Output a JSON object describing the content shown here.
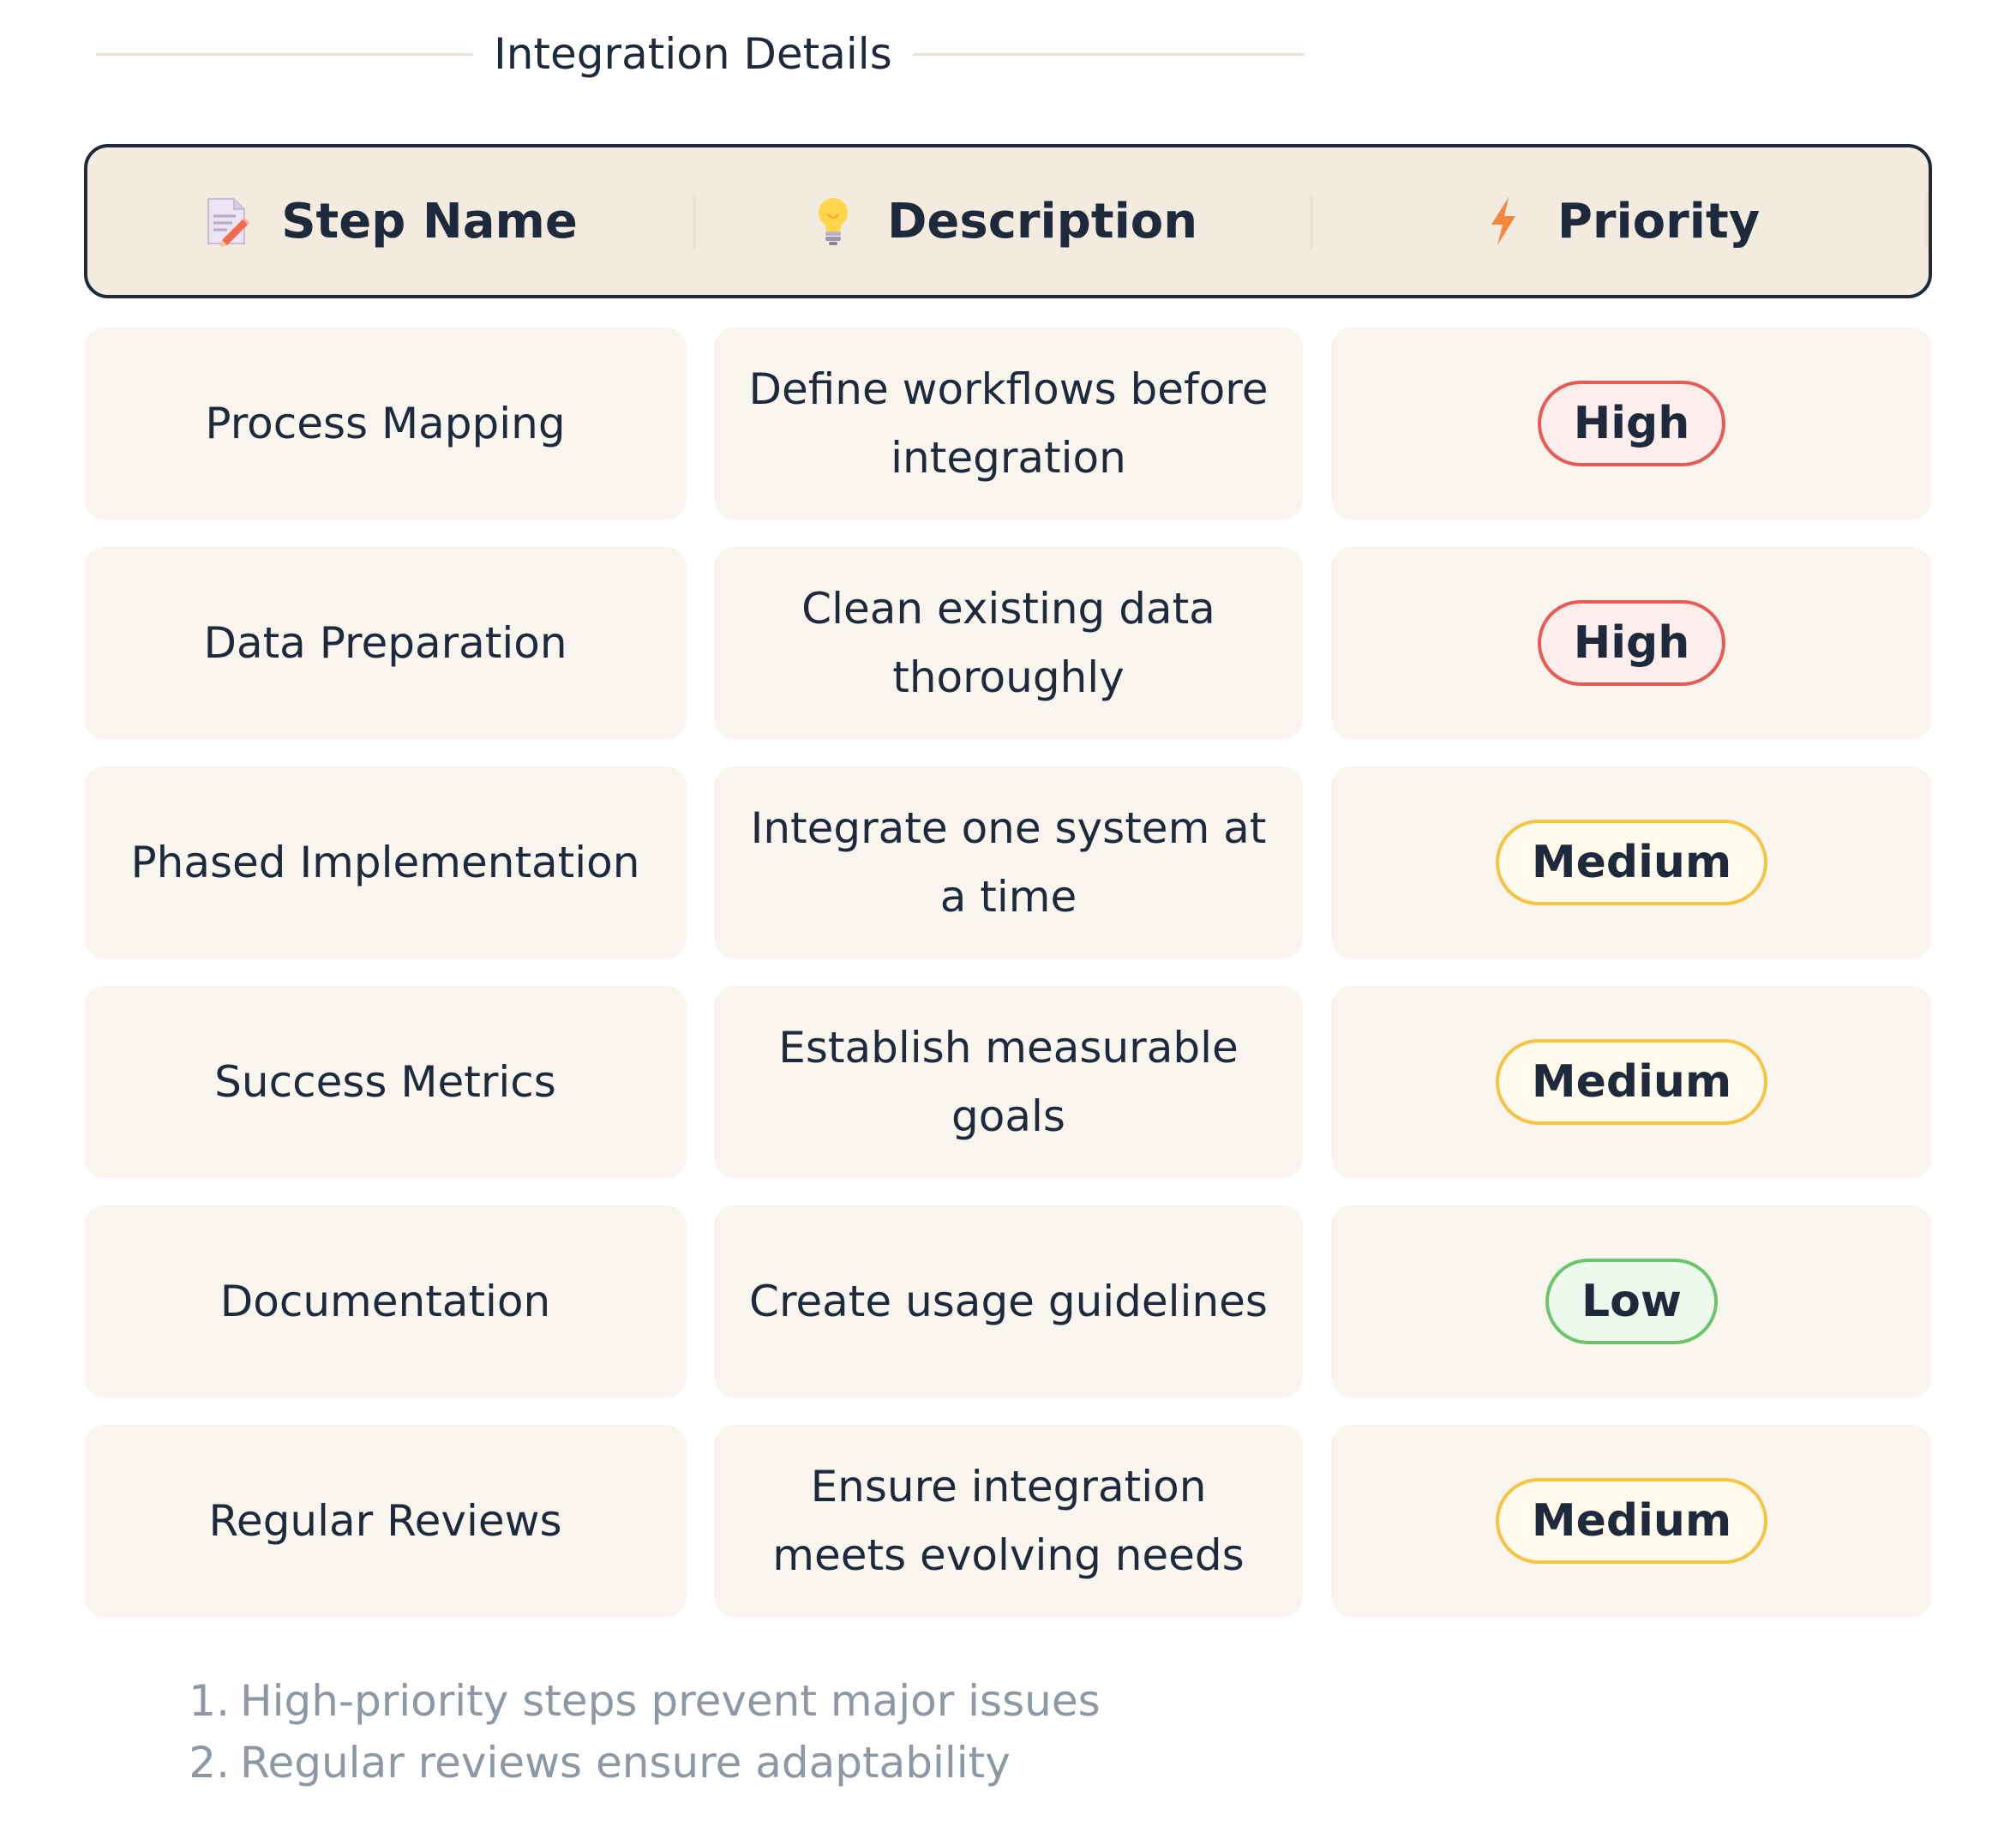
{
  "section": {
    "title": "Integration Details"
  },
  "header": {
    "columns": [
      {
        "label": "Step Name",
        "icon": "memo-pencil-icon"
      },
      {
        "label": "Description",
        "icon": "lightbulb-icon"
      },
      {
        "label": "Priority",
        "icon": "lightning-bolt-icon"
      }
    ]
  },
  "rows": [
    {
      "step": "Process Mapping",
      "description": "Define workflows before integration",
      "priority": "High"
    },
    {
      "step": "Data Preparation",
      "description": "Clean existing data thoroughly",
      "priority": "High"
    },
    {
      "step": "Phased Implementation",
      "description": "Integrate one system at a time",
      "priority": "Medium"
    },
    {
      "step": "Success Metrics",
      "description": "Establish measurable goals",
      "priority": "Medium"
    },
    {
      "step": "Documentation",
      "description": "Create usage guidelines",
      "priority": "Low"
    },
    {
      "step": "Regular Reviews",
      "description": "Ensure integration meets evolving needs",
      "priority": "Medium"
    }
  ],
  "notes": [
    {
      "num": "1.",
      "text": "High-priority steps prevent major issues"
    },
    {
      "num": "2.",
      "text": "Regular reviews ensure adaptability"
    }
  ],
  "colors": {
    "text": "#1e293b",
    "header_bg": "#f3ebe0",
    "cell_bg": "#f8f4ee",
    "high": "#ea5a55",
    "medium": "#f6c443",
    "low": "#6cc46a",
    "note": "#8e97a4"
  }
}
